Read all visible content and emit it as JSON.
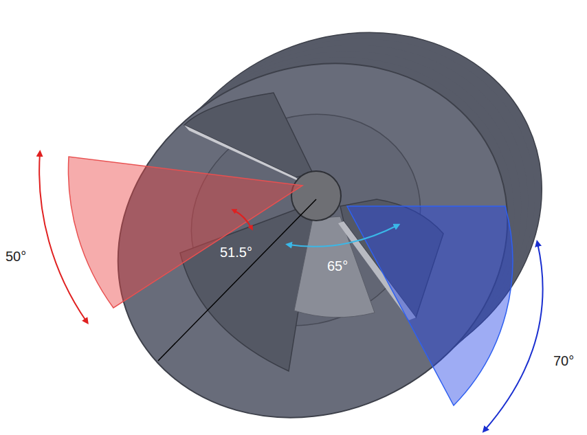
{
  "diagram": {
    "labels": [
      "50°",
      "51.5°",
      "65°",
      "70°"
    ]
  }
}
